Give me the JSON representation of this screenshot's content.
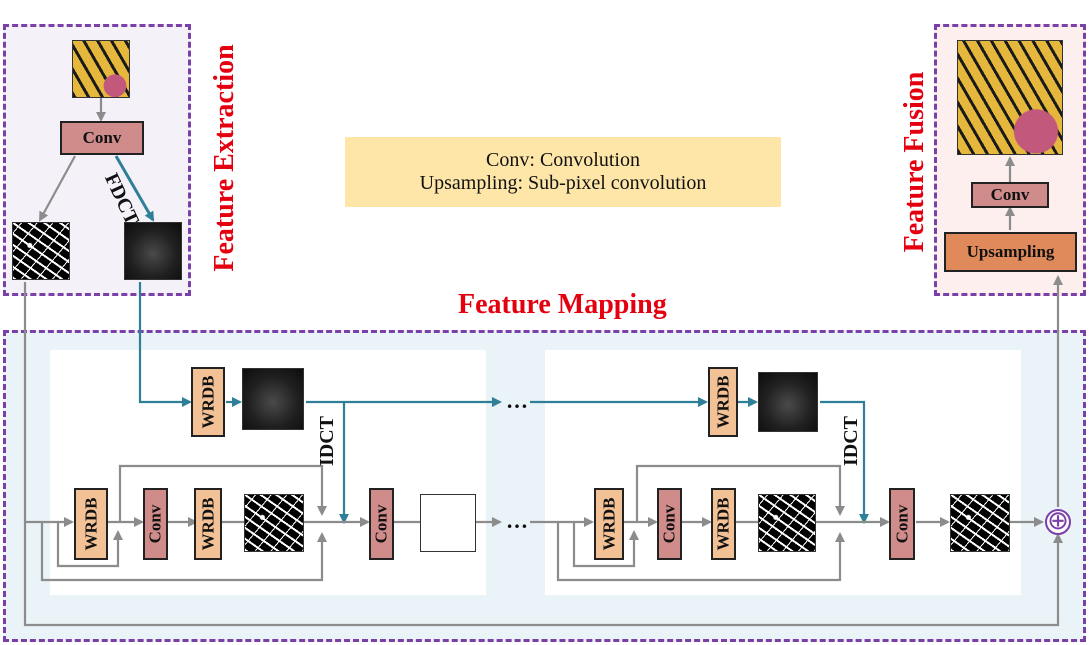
{
  "regions": {
    "feature_extraction": "Feature Extraction",
    "feature_mapping": "Feature Mapping",
    "feature_fusion": "Feature Fusion"
  },
  "blocks": {
    "conv": "Conv",
    "wrdb": "WRDB",
    "upsampling": "Upsampling"
  },
  "transforms": {
    "fdct": "FDCT",
    "idct": "IDCT"
  },
  "legend": {
    "line1": "Conv: Convolution",
    "line2": "Upsampling: Sub-pixel convolution"
  },
  "ellipsis": "…",
  "sum_symbol": "⊕",
  "colors": {
    "region_border": "#7b3fa8",
    "title_red": "#e4000f",
    "conv_fill": "#d08b8b",
    "wrdb_fill": "#f3c196",
    "upsampling_fill": "#e08a5c",
    "teal_arrow": "#2e7f97",
    "gray_arrow": "#8c8c8c",
    "legend_fill": "#fde6a8",
    "mapping_bg": "#eaf3f7",
    "fusion_bg": "#fcefee"
  }
}
